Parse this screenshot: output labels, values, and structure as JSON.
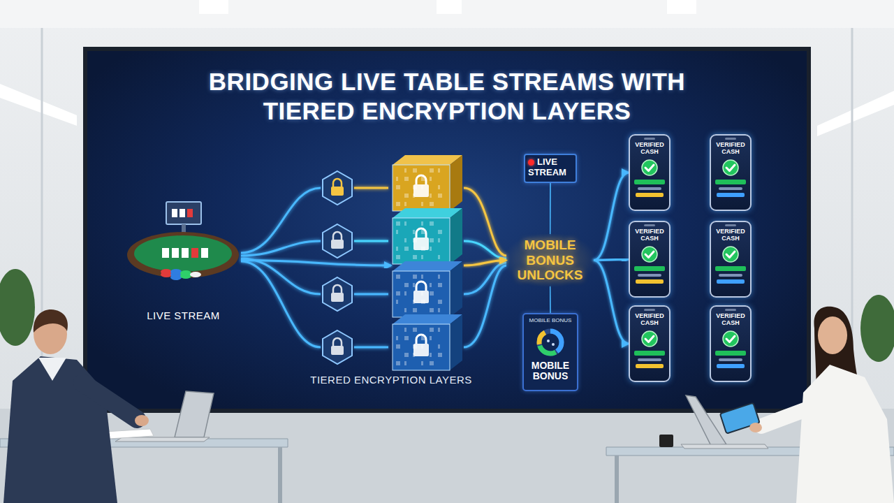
{
  "diagram": {
    "title": "BRIDGING LIVE TABLE STREAMS WITH TIERED ENCRYPTION LAYERS",
    "nodes": [
      {
        "text": [
          "LIVE STREAM"
        ]
      },
      {
        "text": [
          "TIERED ENCRYPTION LAYERS"
        ]
      },
      {
        "text": [
          "LIVE STREAM"
        ]
      },
      {
        "text": [
          "MOBILE BONUS UNLOCKS"
        ]
      },
      {
        "text": [
          "MOBILE BONUS",
          "MOBILE BONUS"
        ]
      },
      {
        "text": [
          "VERIFIED CASH"
        ]
      },
      {
        "text": [
          "VERIFIED CASH"
        ]
      },
      {
        "text": [
          "VERIFIED CASH"
        ]
      },
      {
        "text": [
          "VERIFIED CASH"
        ]
      },
      {
        "text": [
          "VERIFIED CASH"
        ]
      },
      {
        "text": [
          "VERIFIED CASH"
        ]
      }
    ],
    "edges": [
      {
        "from": 0,
        "to": 1,
        "arrow": "to"
      },
      {
        "from": 1,
        "to": 3,
        "arrow": "to"
      },
      {
        "from": 2,
        "to": 3,
        "arrow": "none"
      },
      {
        "from": 3,
        "to": 4,
        "arrow": "none"
      },
      {
        "from": 3,
        "to": 5,
        "arrow": "to"
      },
      {
        "from": 3,
        "to": 7,
        "arrow": "to"
      },
      {
        "from": 3,
        "to": 9,
        "arrow": "to"
      },
      {
        "from": 5,
        "to": 6,
        "arrow": "to"
      },
      {
        "from": 7,
        "to": 8,
        "arrow": "to"
      },
      {
        "from": 9,
        "to": 10,
        "arrow": "to"
      }
    ]
  }
}
